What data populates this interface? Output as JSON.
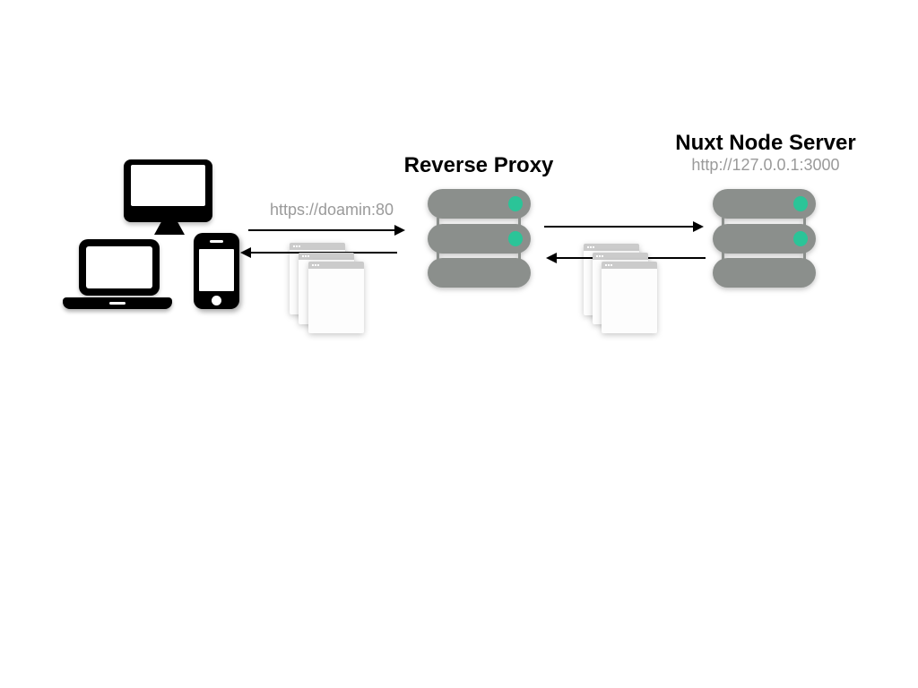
{
  "diagram": {
    "clients": {
      "description": "client devices",
      "devices": [
        "desktop",
        "laptop",
        "smartphone"
      ]
    },
    "request_label": "https://doamin:80",
    "proxy": {
      "title": "Reverse Proxy"
    },
    "nuxt": {
      "title": "Nuxt Node Server",
      "url": "http://127.0.0.1:3000"
    },
    "colors": {
      "server_gray": "#8b8f8c",
      "status_light": "#2bc498",
      "muted_text": "#9a9a9a",
      "arrow_black": "#000000",
      "window_titlebar": "#cbcbcb"
    }
  }
}
